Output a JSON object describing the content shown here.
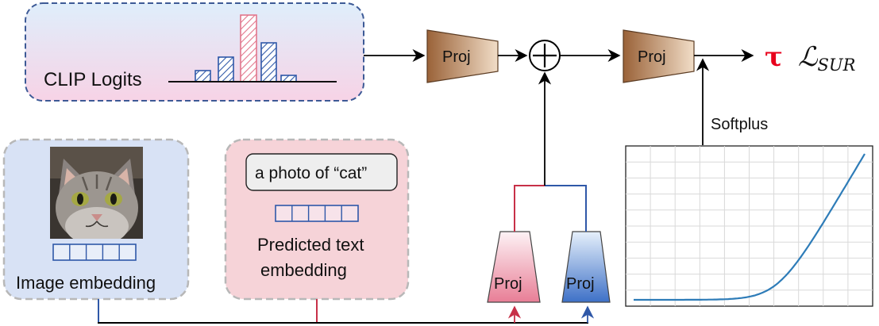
{
  "logits_box": {
    "label": "CLIP Logits"
  },
  "projections": {
    "top_left": "Proj",
    "top_right": "Proj",
    "bottom_pink": "Proj",
    "bottom_blue": "Proj"
  },
  "outputs": {
    "tau": "τ",
    "loss_script": "ℒ",
    "loss_subscript": "SUR"
  },
  "softplus": {
    "label": "Softplus"
  },
  "image_box": {
    "label": "Image embedding"
  },
  "text_box": {
    "prompt": "a photo of “cat”",
    "label_line1": "Predicted text",
    "label_line2": "embedding"
  },
  "colors": {
    "pink": "#e2768c",
    "blue": "#2f58a8",
    "softplus_line": "#2e7cb8",
    "tau": "#e8001c",
    "proj_brown": "#b8784e"
  }
}
